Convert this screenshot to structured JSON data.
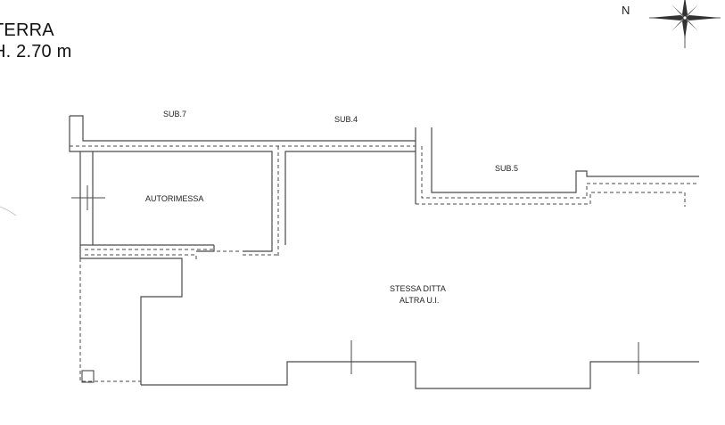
{
  "header": {
    "floor_label": "TERRA",
    "height_label": "H. 2.70 m"
  },
  "compass": {
    "north_letter": "N",
    "icon": "compass-rose-icon"
  },
  "rooms": {
    "sub7": "SUB.7",
    "sub4": "SUB.4",
    "sub5": "SUB.5",
    "garage": "AUTORIMESSA",
    "same_owner_line1": "STESSA DITTA",
    "same_owner_line2": "ALTRA U.I."
  },
  "colors": {
    "line": "#4a4a4a",
    "text": "#111111",
    "background": "#ffffff"
  }
}
